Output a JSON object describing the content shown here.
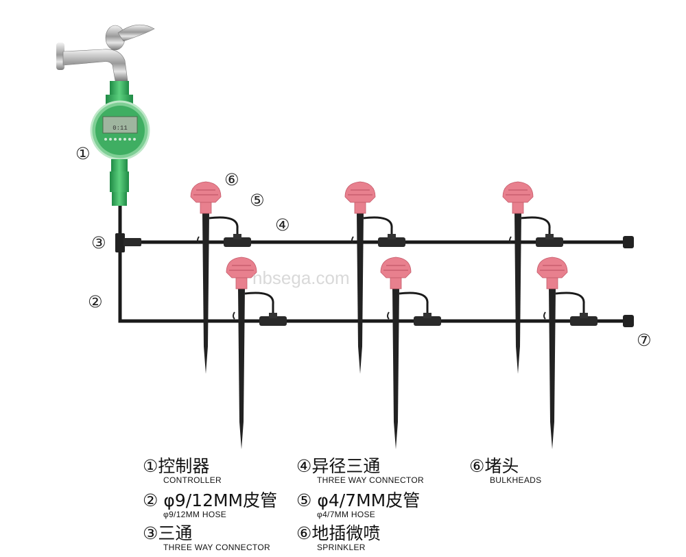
{
  "callouts": {
    "c1": "①",
    "c2": "②",
    "c3": "③",
    "c4": "④",
    "c5": "⑤",
    "c6": "⑥",
    "c7": "⑦"
  },
  "watermark": "nbsega.com",
  "controller_display": "0:11",
  "colors": {
    "hose": "#1a1a1a",
    "head": "#e8808e",
    "controller": "#2fa55a",
    "stake": "#222222"
  },
  "legend": [
    {
      "cn": "①控制器",
      "en": "CONTROLLER"
    },
    {
      "cn": "② φ9/12MM皮管",
      "en": "φ9/12MM HOSE"
    },
    {
      "cn": "③三通",
      "en": "THREE WAY  CONNECTOR"
    },
    {
      "cn": "④异径三通",
      "en": "THREE WAY  CONNECTOR"
    },
    {
      "cn": "⑤ φ4/7MM皮管",
      "en": "φ4/7MM HOSE"
    },
    {
      "cn": "⑥地插微喷",
      "en": "SPRINKLER"
    },
    {
      "cn": "⑥堵头",
      "en": "BULKHEADS"
    }
  ]
}
